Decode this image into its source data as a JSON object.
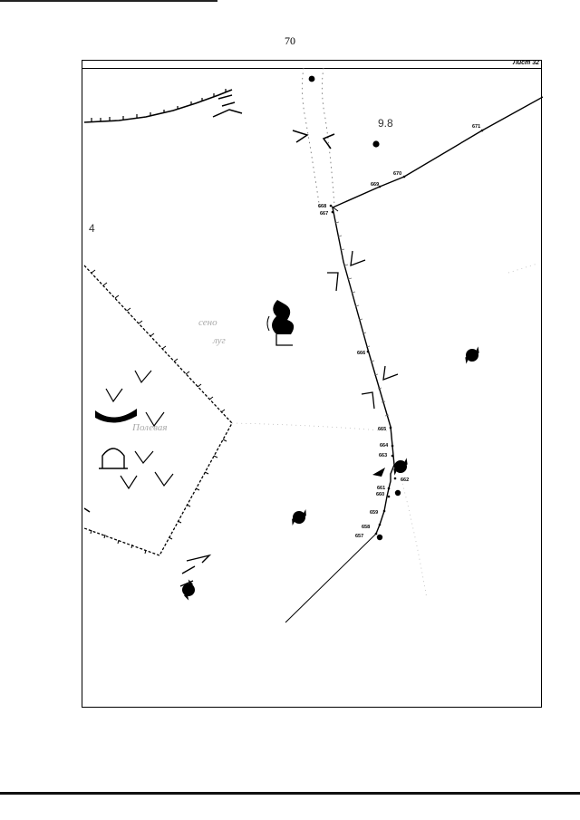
{
  "page": {
    "number": "70"
  },
  "sheet": {
    "label": "Лист 32"
  },
  "map": {
    "elevation_label": "9.8",
    "area_number": "4",
    "faint_labels": {
      "left_upper": "сено",
      "left_lower": "луг",
      "road_name": "Полевая"
    },
    "points": [
      {
        "id": "657",
        "label": "657"
      },
      {
        "id": "658",
        "label": "658"
      },
      {
        "id": "659",
        "label": "659"
      },
      {
        "id": "660",
        "label": "660"
      },
      {
        "id": "661",
        "label": "661"
      },
      {
        "id": "662",
        "label": "662"
      },
      {
        "id": "663",
        "label": "663"
      },
      {
        "id": "664",
        "label": "664"
      },
      {
        "id": "665",
        "label": "665"
      },
      {
        "id": "666",
        "label": "666"
      },
      {
        "id": "667",
        "label": "667"
      },
      {
        "id": "668",
        "label": "668"
      },
      {
        "id": "669",
        "label": "669"
      },
      {
        "id": "670",
        "label": "670"
      },
      {
        "id": "671",
        "label": "671"
      }
    ]
  }
}
